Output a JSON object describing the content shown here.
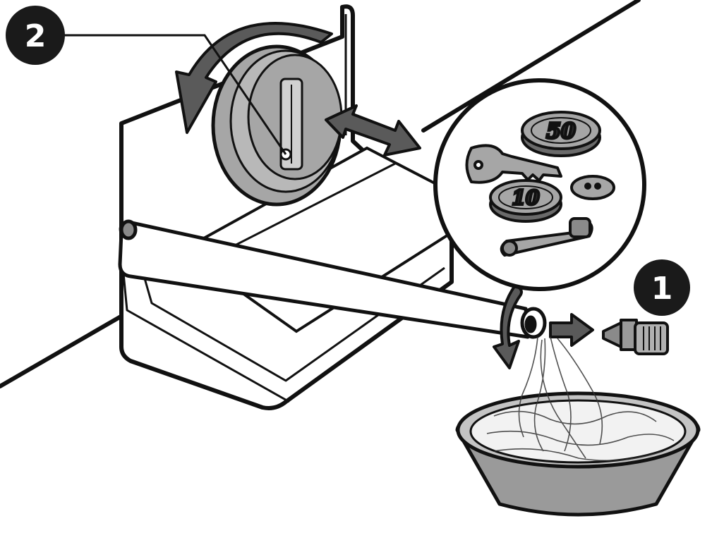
{
  "steps": {
    "open_filter": "2",
    "drain_hose": "1"
  },
  "coins": {
    "large": "50",
    "small": "10"
  },
  "colors": {
    "outline": "#111111",
    "gray_fill": "#a6a6a6",
    "dark_fill": "#5a5a5a",
    "bowl_fill": "#9a9a9a",
    "badge_fill": "#1a1a1a"
  },
  "icons": [
    "rotate-arrow-icon",
    "pull-arrow-icon",
    "pour-arrow-icon",
    "arrow-right-icon",
    "key-icon",
    "safety-pin-icon",
    "button-icon",
    "coin-icon",
    "plug-icon",
    "bowl-icon"
  ]
}
